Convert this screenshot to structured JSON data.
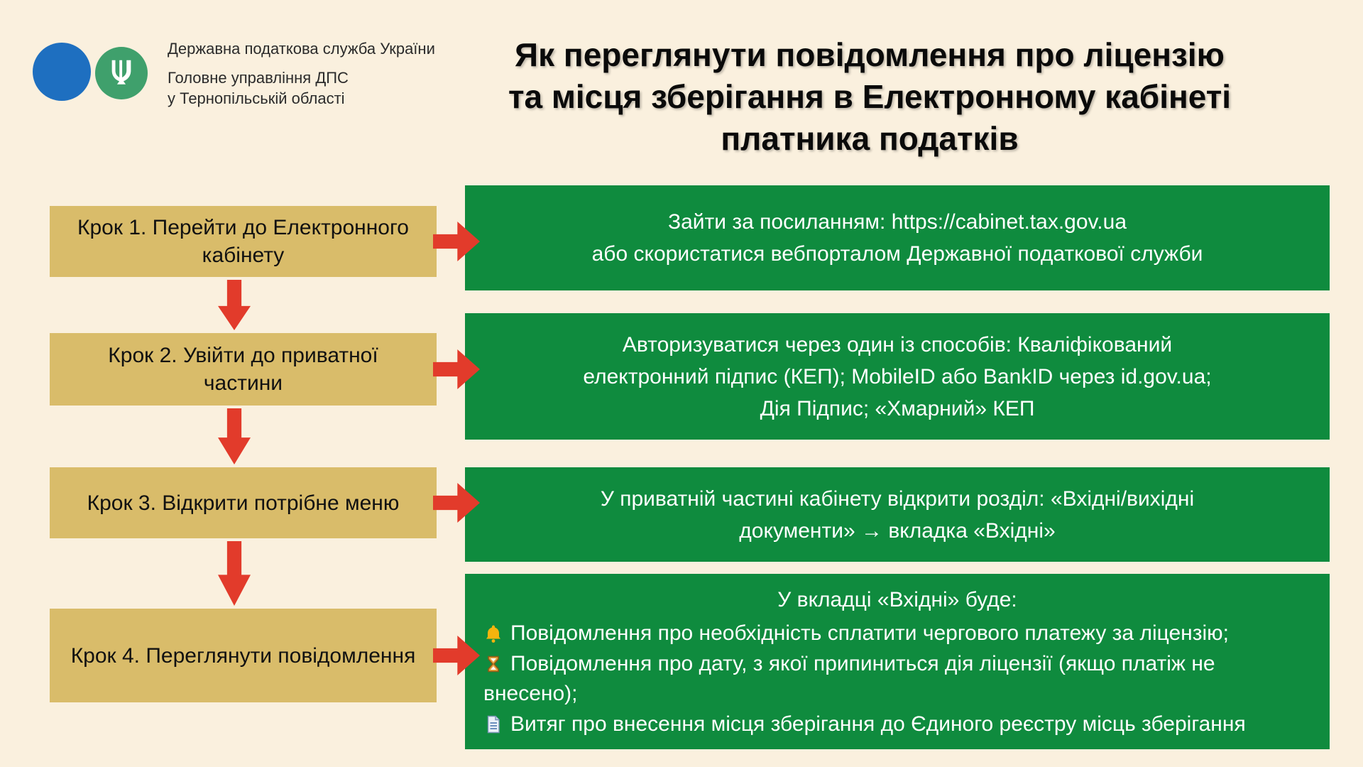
{
  "colors": {
    "background": "#FAF0DE",
    "step_box": "#D9BC6A",
    "info_box": "#0F8B3E",
    "arrow": "#E23B2B",
    "logo_blue": "#1E6FC0",
    "logo_green": "#3FA06C",
    "title_text": "#0A0A0A",
    "info_text": "#FFFFFF"
  },
  "header": {
    "org_line1": "Державна податкова служба України",
    "org_line2": "Головне управління ДПС",
    "org_line3": "у Тернопільській області",
    "title": "Як переглянути повідомлення про ліцензію\nта місця зберігання в Електронному кабінеті\nплатника податків",
    "logos": [
      {
        "icon": "dps-blue-circle-logo"
      },
      {
        "icon": "trident-icon"
      }
    ]
  },
  "steps": [
    {
      "label": "Крок 1. Перейти до  Електронного\nкабінету",
      "description": "Зайти за посиланням: https://cabinet.tax.gov.ua\nабо скористатися вебпорталом Державної податкової служби"
    },
    {
      "label": "Крок 2. Увійти до приватної\nчастини",
      "description": "Авторизуватися через один із способів: Кваліфікований\nелектронний підпис (КЕП); MobileID або BankID через id.gov.ua;\nДія Підпис; «Хмарний» КЕП"
    },
    {
      "label": "Крок 3. Відкрити потрібне меню",
      "description": "У приватній частині кабінету відкрити розділ: «Вхідні/вихідні\nдокументи» → вкладка «Вхідні»"
    },
    {
      "label": "Крок 4. Переглянути повідомлення",
      "intro": "У вкладці «Вхідні» буде:",
      "items": [
        {
          "icon": "bell-icon",
          "text": "Повідомлення про необхідність сплатити чергового платежу за ліцензію;"
        },
        {
          "icon": "hourglass-icon",
          "text": "Повідомлення про дату, з якої припиниться дія ліцензії (якщо платіж не внесено);"
        },
        {
          "icon": "document-icon",
          "text": "Витяг про внесення місця зберігання до Єдиного реєстру місць зберігання"
        }
      ]
    }
  ]
}
